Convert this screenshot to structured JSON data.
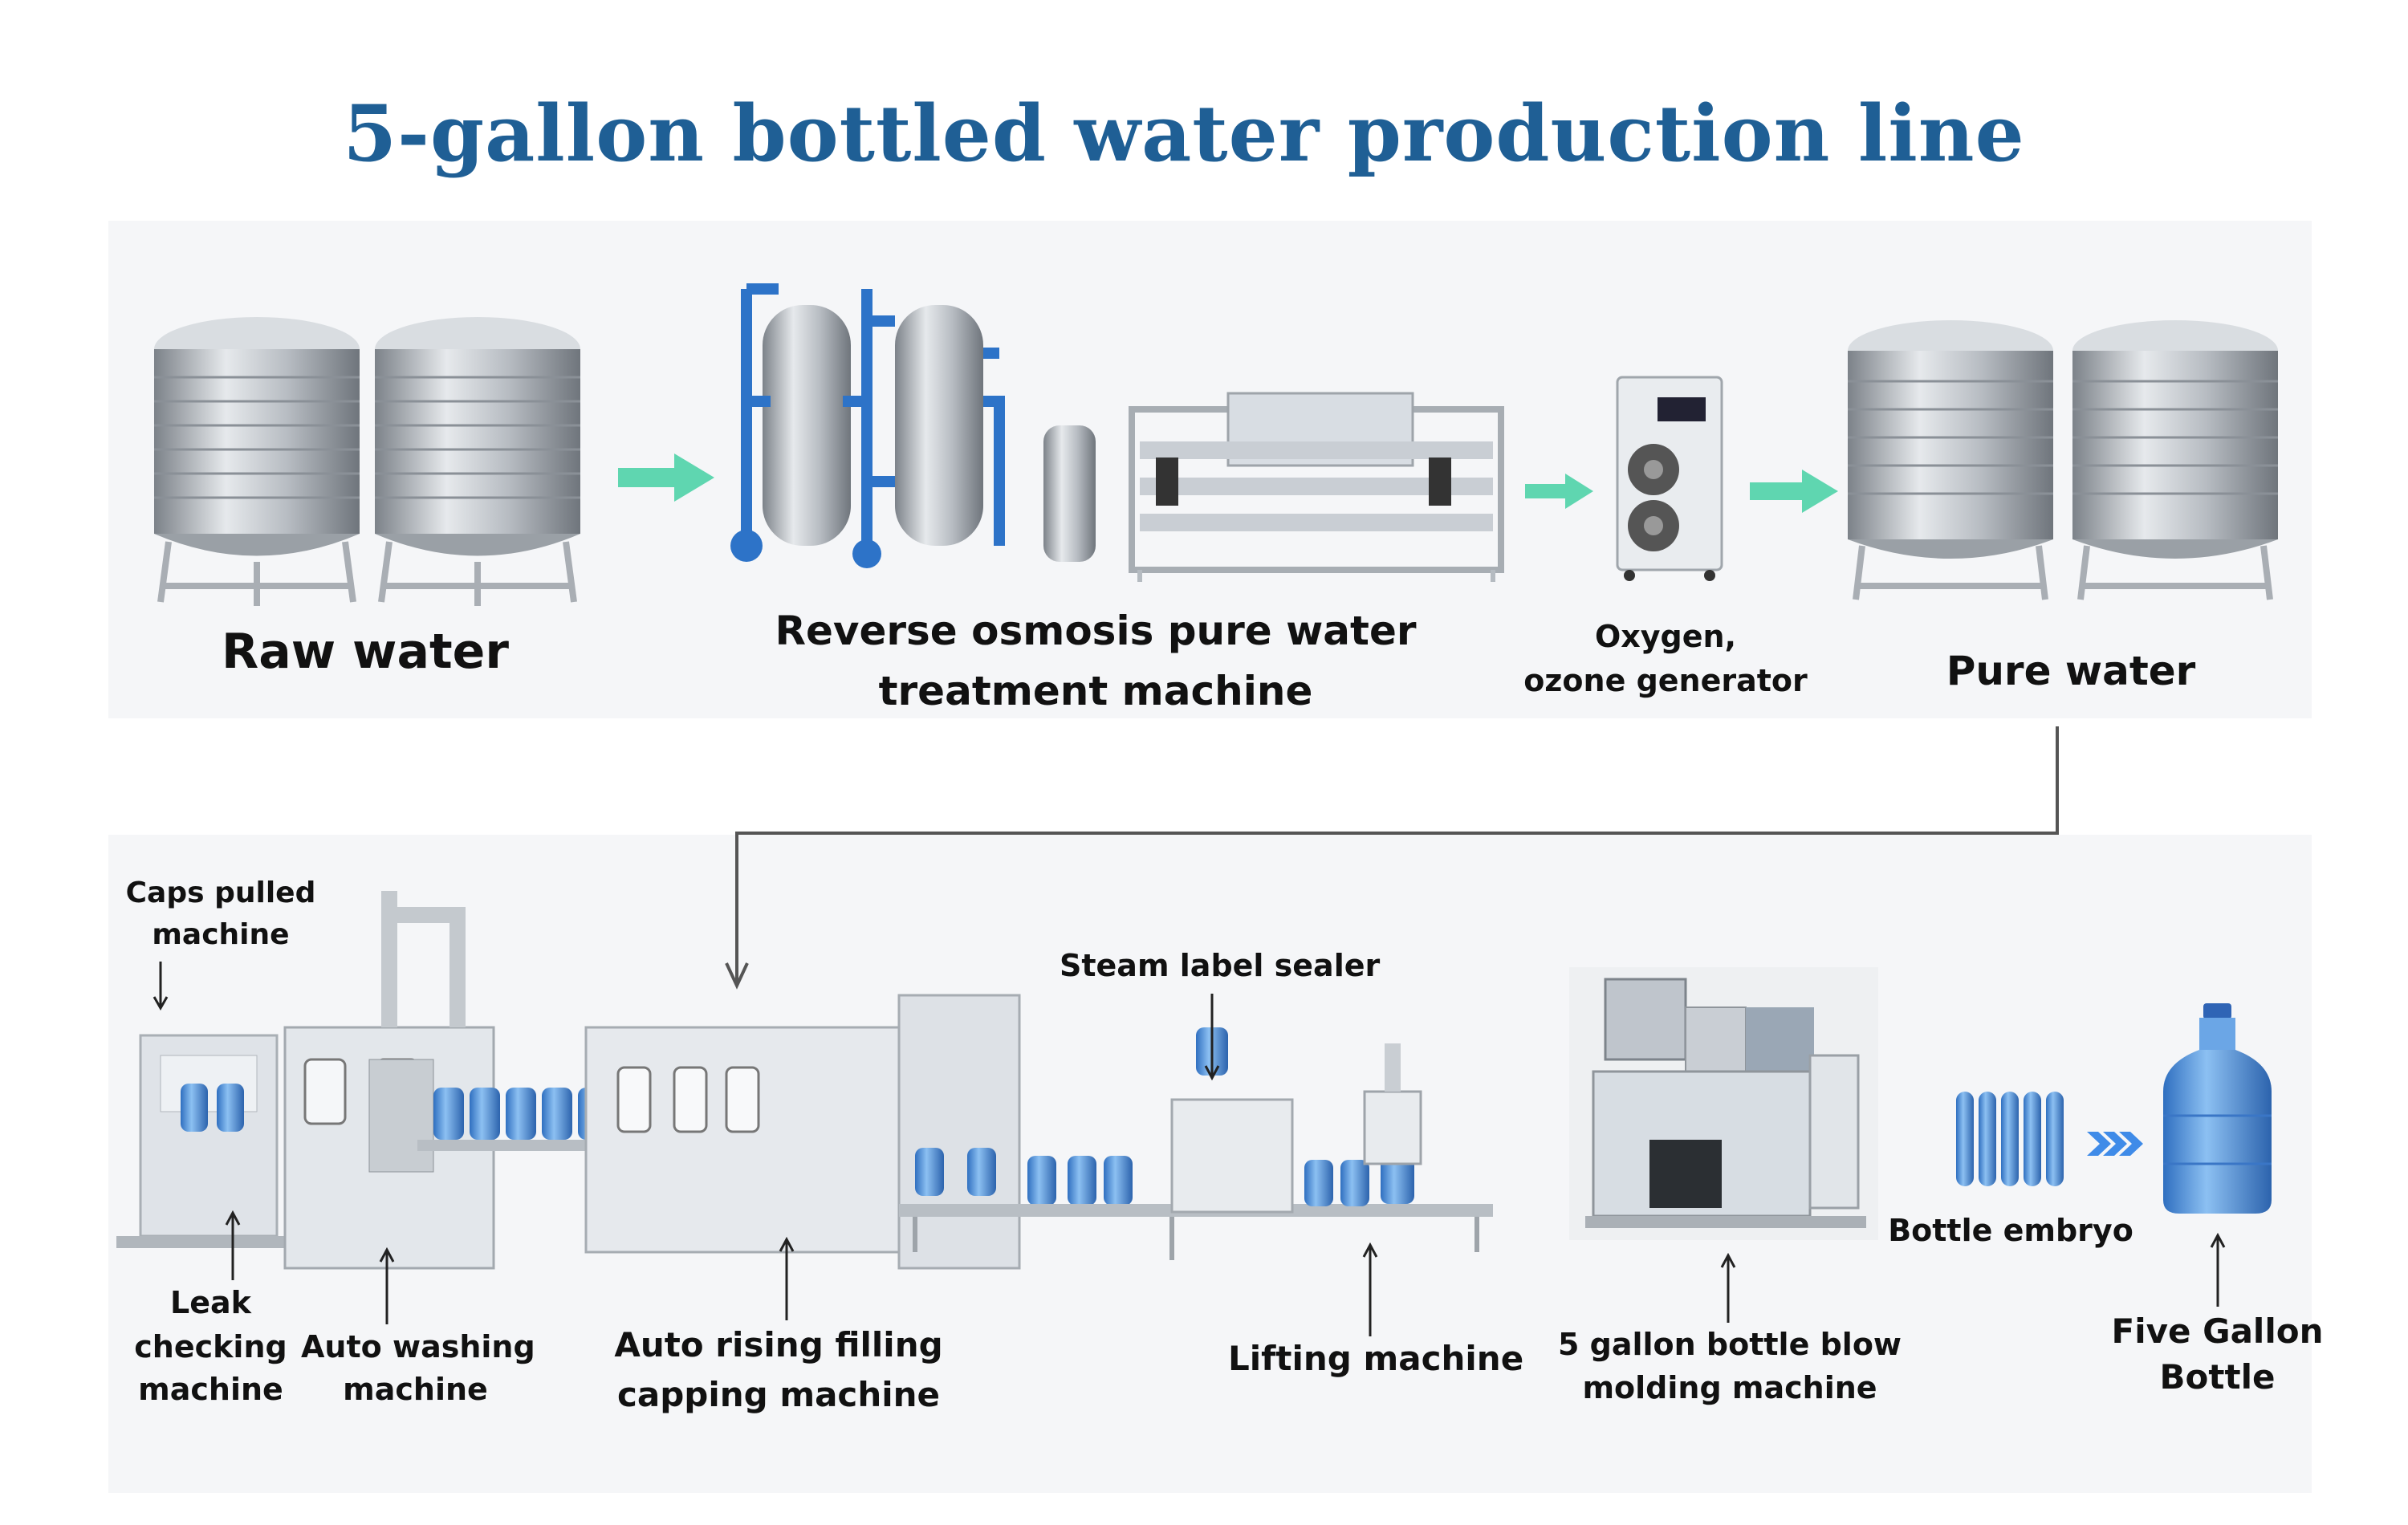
{
  "title": "5-gallon bottled water production line",
  "colors": {
    "title": "#1f5f95",
    "flow_arrow": "#5fd6b0",
    "embryo_arrow": "#3f8be8",
    "connector": "#555555",
    "steel": "#b9bec4",
    "bottle_blue": "#4f8fd8",
    "pipe_blue": "#2d73c8",
    "machine_panel": "#d8dde3"
  },
  "icons": [
    "steel-tank-icon",
    "ro-machine-icon",
    "ozone-generator-icon",
    "bottle-line-icon",
    "blow-molding-icon",
    "bottle-embryo-icon",
    "five-gallon-bottle-icon"
  ],
  "top_row": {
    "raw_water": "Raw water",
    "ro_line1": "Reverse osmosis pure water",
    "ro_line2": "treatment machine",
    "ozone_line1": "Oxygen,",
    "ozone_line2": "ozone generator",
    "pure_water": "Pure water"
  },
  "bottom_row": {
    "caps_line1": "Caps pulled",
    "caps_line2": "machine",
    "leak_line1": "Leak",
    "leak_line2": "checking",
    "leak_line3": "machine",
    "wash_line1": "Auto washing",
    "wash_line2": "machine",
    "fill_line1": "Auto rising filling",
    "fill_line2": "capping machine",
    "steam": "Steam label sealer",
    "lifting": "Lifting machine",
    "blow_line1": "5 gallon bottle blow",
    "blow_line2": "molding machine",
    "embryo": "Bottle embryo",
    "bottle_line1": "Five Gallon",
    "bottle_line2": "Bottle"
  }
}
